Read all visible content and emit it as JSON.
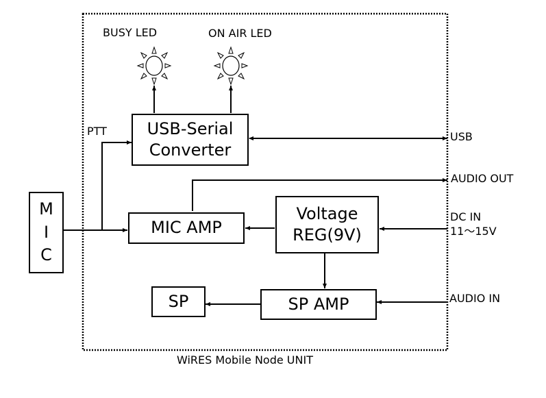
{
  "unit_label": "WiRES Mobile Node UNIT",
  "leds": {
    "busy": {
      "label": "BUSY LED"
    },
    "on_air": {
      "label": "ON AIR LED"
    }
  },
  "blocks": {
    "usb_serial": {
      "line1": "USB-Serial",
      "line2": "Converter"
    },
    "mic": {
      "l1": "M",
      "l2": "I",
      "l3": "C"
    },
    "mic_amp": {
      "label": "MIC AMP"
    },
    "voltage_reg": {
      "line1": "Voltage",
      "line2": "REG(9V)"
    },
    "sp": {
      "label": "SP"
    },
    "sp_amp": {
      "label": "SP AMP"
    }
  },
  "signals": {
    "ptt": "PTT",
    "usb": "USB",
    "audio_out": "AUDIO OUT",
    "dc_in_line1": "DC IN",
    "dc_in_line2": "11〜15V",
    "audio_in": "AUDIO IN"
  }
}
